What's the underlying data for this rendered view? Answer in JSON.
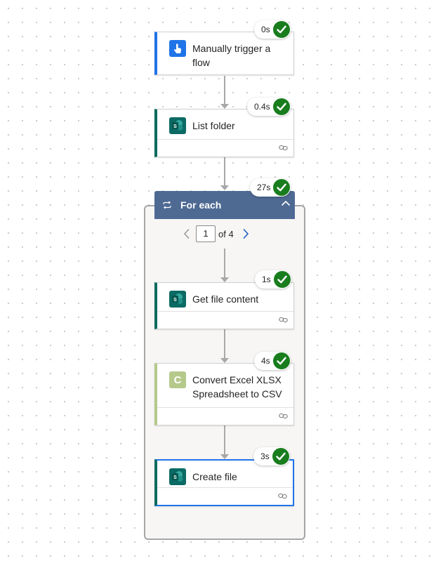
{
  "steps": [
    {
      "title": "Manually trigger a flow",
      "duration": "0s",
      "icon": "touch-trigger-icon"
    },
    {
      "title": "List folder",
      "duration": "0.4s",
      "icon": "sharepoint-icon"
    }
  ],
  "loop": {
    "title": "For each",
    "duration": "27s",
    "page_current": "1",
    "page_of": "of 4",
    "steps": [
      {
        "title": "Get file content",
        "duration": "1s",
        "icon": "sharepoint-icon"
      },
      {
        "title": "Convert Excel XLSX Spreadsheet to CSV",
        "duration": "4s",
        "icon": "conversion-icon",
        "icon_letter": "C"
      },
      {
        "title": "Create file",
        "duration": "3s",
        "icon": "sharepoint-icon"
      }
    ]
  },
  "colors": {
    "trigger_accent": "#1f74e8",
    "sharepoint_accent": "#0a6b5e",
    "converter_accent": "#b5c98b",
    "loop_header": "#4e6a93",
    "success": "#197d1e"
  }
}
